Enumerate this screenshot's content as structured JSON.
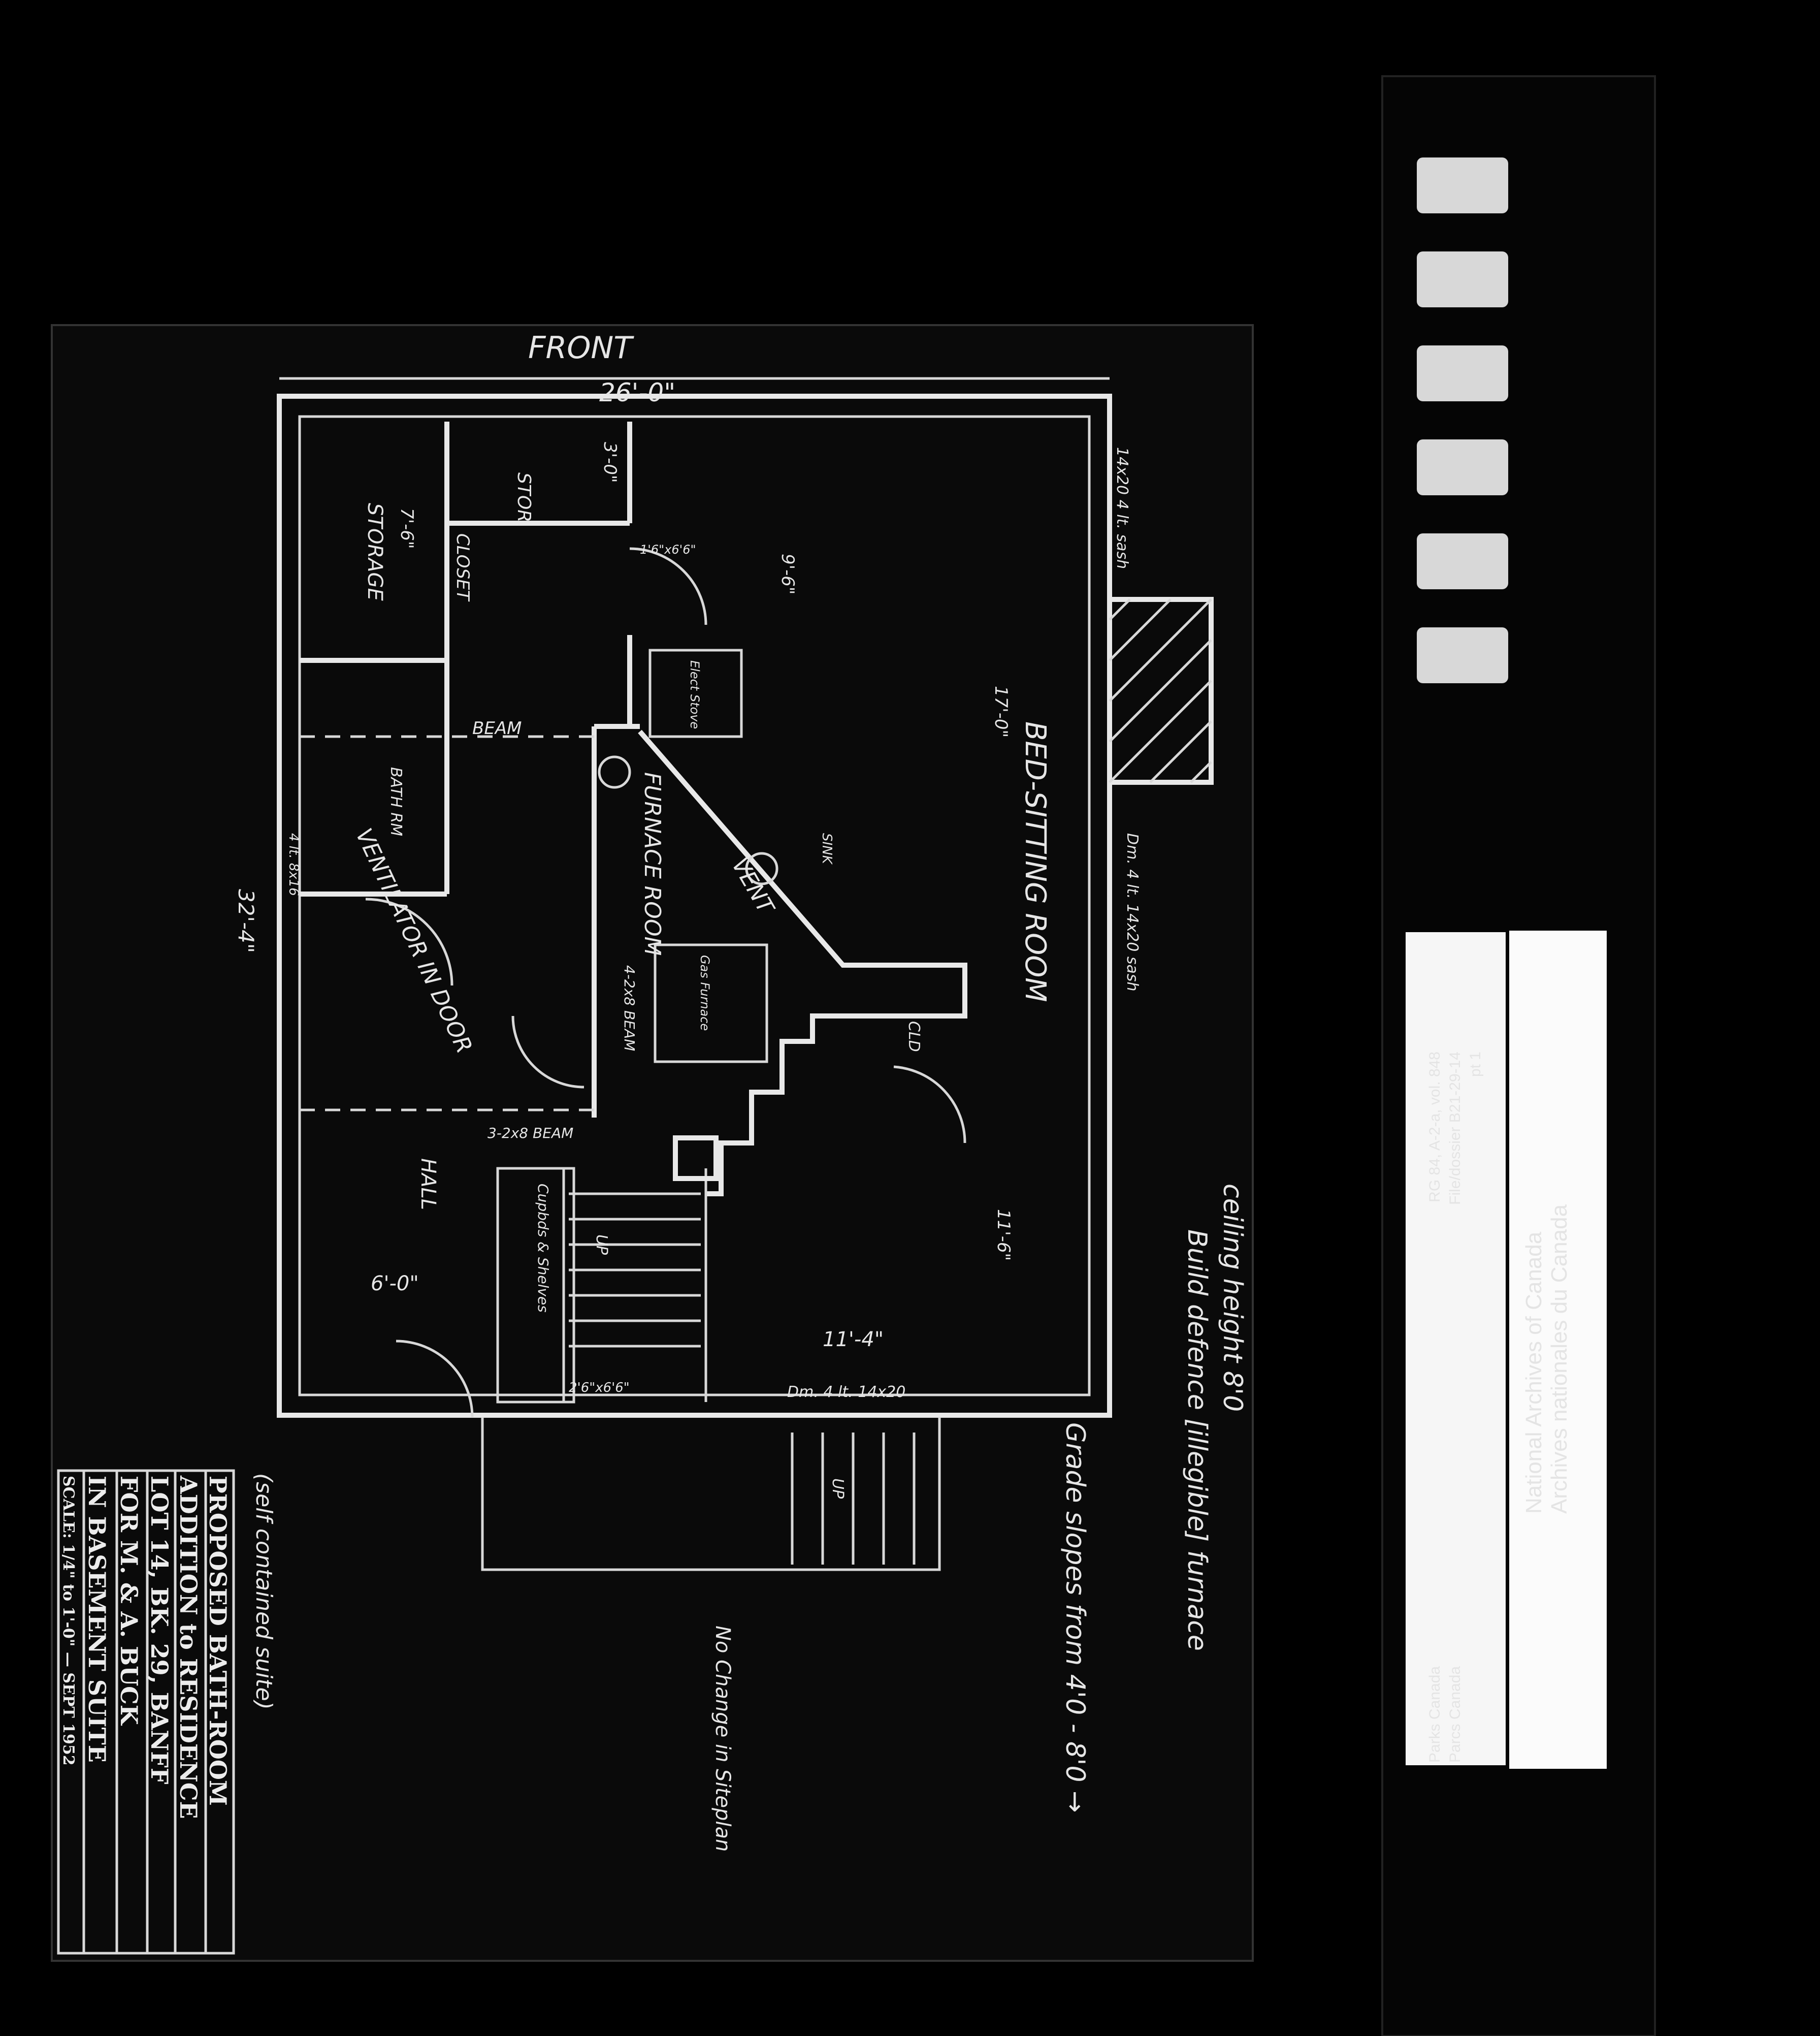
{
  "plan": {
    "front": "FRONT",
    "width_dim": "26'-0\"",
    "depth_dim": "32'-4\"",
    "rooms": {
      "storage": "STORAGE",
      "storage_dim": "7'-6\"",
      "stor": "STOR.",
      "stor_dim": "3'-0\"",
      "closet": "CLOSET",
      "bath": "BATH RM",
      "furnace": "FURNACE ROOM",
      "bed_sitting": "BED-SITTING ROOM",
      "hall": "HALL",
      "cld": "CLD",
      "sink": "SINK",
      "elec_stove": "Elect Stove",
      "gas_furnace": "Gas Furnace",
      "cupboards": "Cupbds & Shelves"
    },
    "notes": {
      "beam": "BEAM",
      "vent": "VENT",
      "ventilator": "VENTILATOR IN DOOR",
      "beam_2x8": "3-2x8 BEAM",
      "beam_4": "4-2x8 BEAM",
      "up1": "UP",
      "up2": "UP",
      "dim_17": "17'-0\"",
      "dim_9": "9'-6\"",
      "dim_11_6": "11'-6\"",
      "dim_11_4": "11'-4\"",
      "dim_6": "6'-0\"",
      "door_26": "2'6\"x6'6\"",
      "door_1": "1'6\"x6'6\"",
      "window_top": "14x20 4 lt. sash",
      "window_right": "Dm. 4 lt. 14x20 sash",
      "window_bottom": "Dm. 4 lt. 14x20",
      "window_left": "4 lt. 8x16"
    }
  },
  "title_block": {
    "line1": "(self contained suite)",
    "line2": "PROPOSED BATH-ROOM",
    "line3": "ADDITION to RESIDENCE",
    "line4": "LOT 14, BK. 29, BANFF",
    "line5": "FOR M. & A. BUCK",
    "line6": "IN BASEMENT SUITE",
    "scale": "SCALE: 1/4\" to 1'-0\" — SEPT 1952"
  },
  "handwritten": {
    "ceiling": "ceiling height 8'0",
    "build": "Build defence [illegible] furnace",
    "grade": "Grade slopes from 4'0 - 8'0 →",
    "no_change": "No Change in Siteplan"
  },
  "archive_label": {
    "ref1": "RG 84, A-2-a, vol. 848",
    "ref2": "File/dossier B21-29-14",
    "ref3": "pt 1",
    "side": "Parks Canada",
    "side2": "Parcs Canada",
    "en": "National Archives of Canada",
    "fr": "Archives nationales du Canada"
  }
}
